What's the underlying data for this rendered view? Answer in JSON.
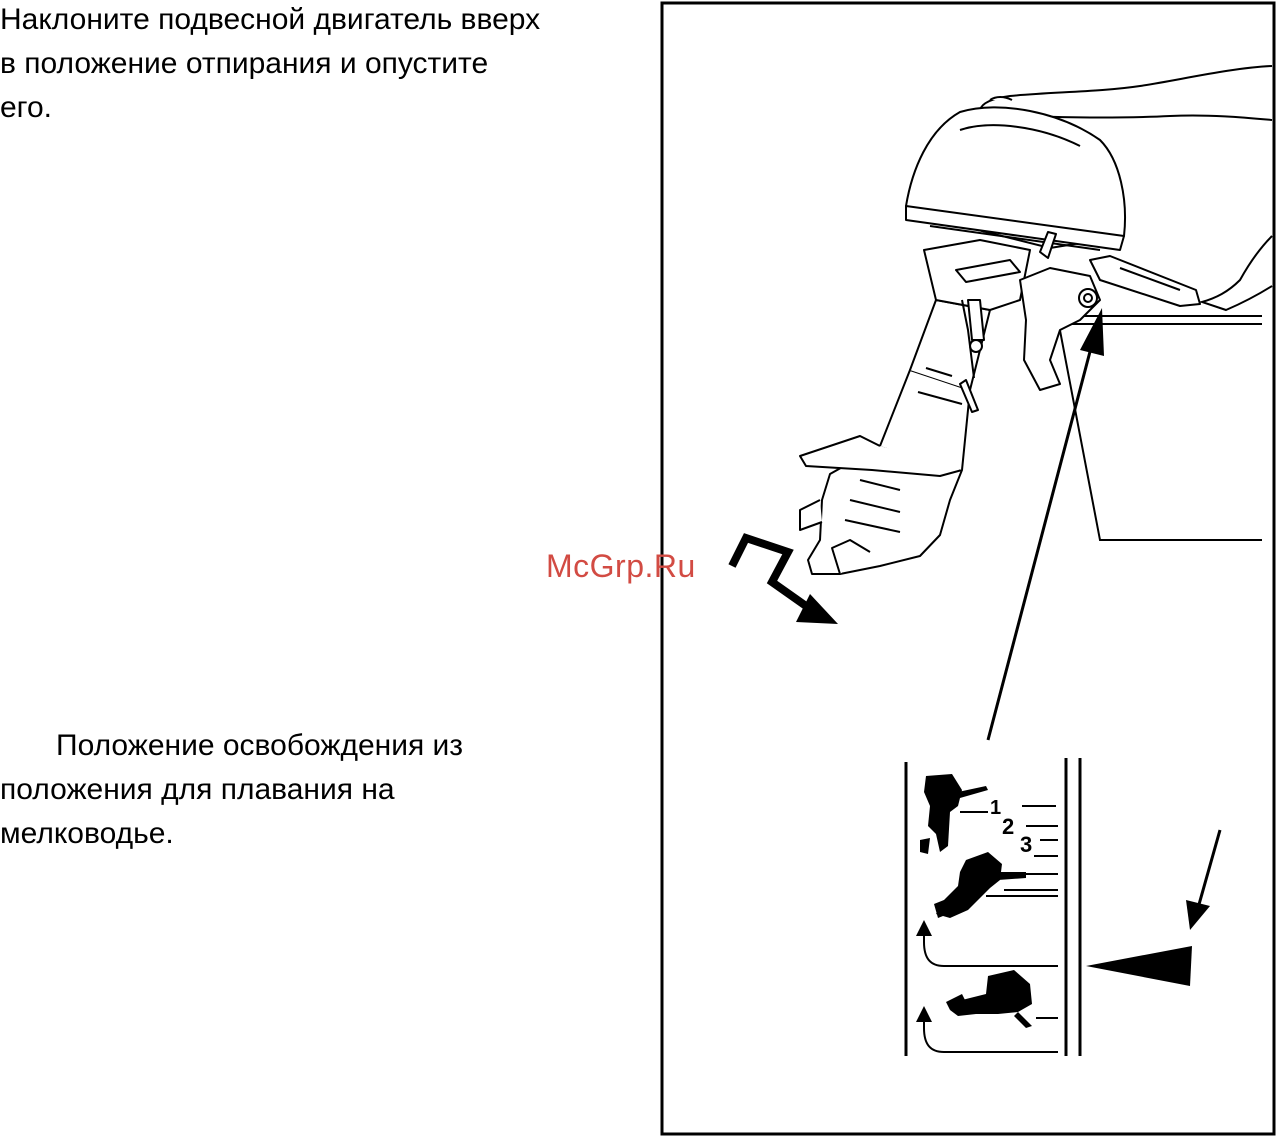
{
  "instruction": {
    "lines": [
      "Наклоните подвесной двигатель вверх",
      "в положение отпирания и опустите",
      "его."
    ]
  },
  "caption": {
    "lines": [
      "Положение освобождения из",
      "положения для плавания на",
      "мелководье."
    ]
  },
  "figure": {
    "position_labels": [
      "1",
      "2",
      "3"
    ]
  },
  "watermark": {
    "text": "McGrp.Ru"
  }
}
